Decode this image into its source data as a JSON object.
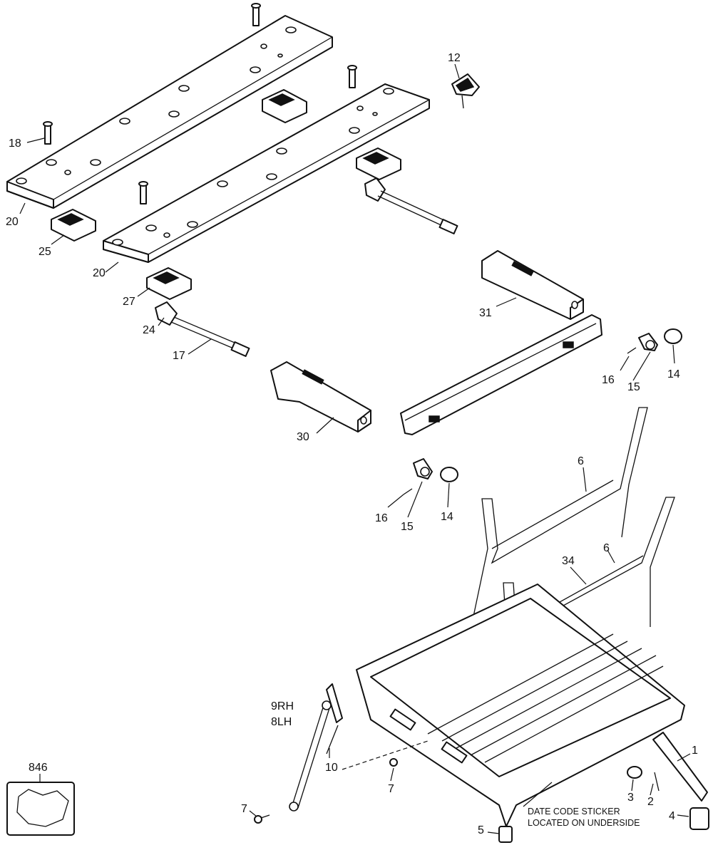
{
  "labels": {
    "p1": "1",
    "p2": "2",
    "p3": "3",
    "p4": "4",
    "p5": "5",
    "p6a": "6",
    "p6b": "6",
    "p7a": "7",
    "p7b": "7",
    "p9rh": "9RH",
    "p8lh": "8LH",
    "p10": "10",
    "p12": "12",
    "p14a": "14",
    "p14b": "14",
    "p15a": "15",
    "p15b": "15",
    "p16a": "16",
    "p16b": "16",
    "p17": "17",
    "p18": "18",
    "p20a": "20",
    "p20b": "20",
    "p24": "24",
    "p25": "25",
    "p27": "27",
    "p30": "30",
    "p31": "31",
    "p34": "34",
    "p846": "846"
  },
  "note": {
    "line1": "DATE CODE STICKER",
    "line2": "LOCATED ON UNDERSIDE"
  }
}
